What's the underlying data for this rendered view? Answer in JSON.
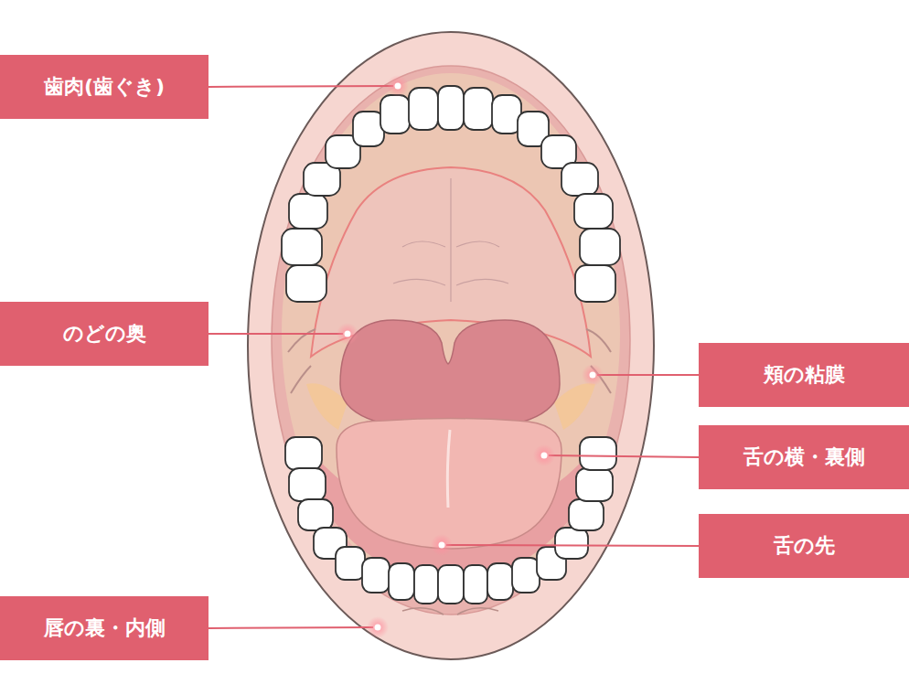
{
  "diagram": {
    "nodes": [
      {
        "text": [
          "歯肉(歯ぐき)"
        ]
      },
      {
        "text": [
          "のどの奥"
        ]
      },
      {
        "text": [
          "頬の粘膜"
        ]
      },
      {
        "text": [
          "舌の横・裏側"
        ]
      },
      {
        "text": [
          "舌の先"
        ]
      },
      {
        "text": [
          "唇の裏・内側"
        ]
      }
    ]
  }
}
